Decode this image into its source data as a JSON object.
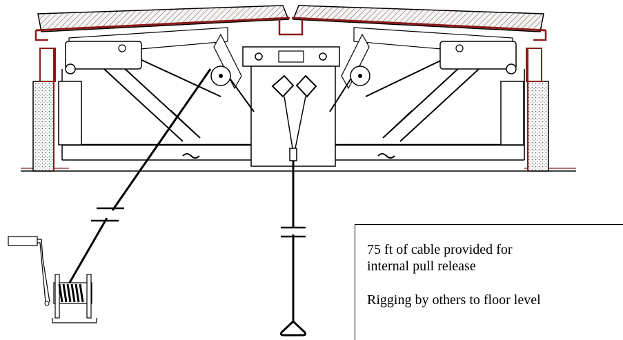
{
  "note": {
    "line1": "75 ft of cable provided for",
    "line2": "internal pull release",
    "line3": "Rigging by others to floor level"
  },
  "colors": {
    "ink": "#000000",
    "frame": "#8b1a1a",
    "hatch_fill": "#f4eeee"
  }
}
